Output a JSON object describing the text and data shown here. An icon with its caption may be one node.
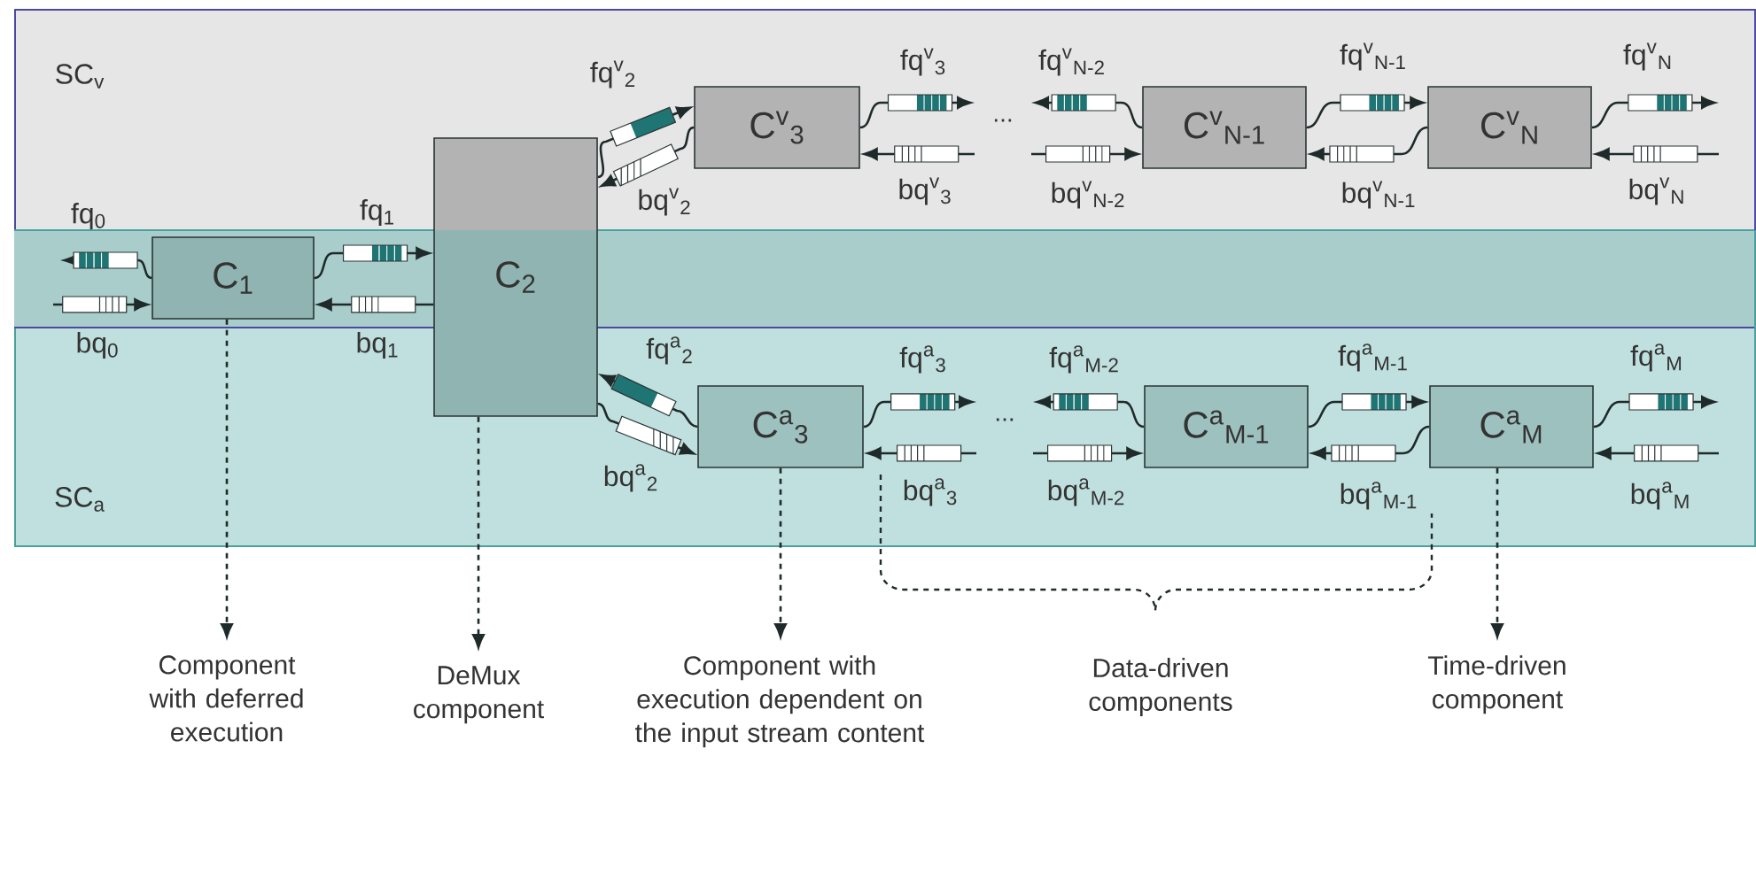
{
  "diagram": {
    "nodes": [
      {
        "text": [
          "SC$_{v}$"
        ]
      },
      {
        "text": [
          "SC$_{a}$"
        ]
      },
      {
        "text": [
          "C$_{1}$"
        ]
      },
      {
        "text": [
          "C$_{2}$"
        ]
      },
      {
        "text": [
          "C$^{v}$$_{3}$"
        ],
        "in": 0
      },
      {
        "text": [
          "C$^{v}$$_{N-1}$"
        ],
        "in": 0
      },
      {
        "text": [
          "C$^{v}$$_{N}$"
        ],
        "in": 0
      },
      {
        "text": [
          "C$^{a}$$_{3}$"
        ],
        "in": 1
      },
      {
        "text": [
          "C$^{a}$$_{M-1}$"
        ],
        "in": 1
      },
      {
        "text": [
          "C$^{a}$$_{M}$"
        ],
        "in": 1
      },
      {
        "text": [
          "Component with deferred execution"
        ]
      },
      {
        "text": [
          "DeMux component"
        ]
      },
      {
        "text": [
          "Component with execution dependent on the input stream content"
        ]
      },
      {
        "text": [
          "Time-driven component"
        ]
      }
    ],
    "edges": [
      {
        "from": 2,
        "to": null,
        "arrow": "to",
        "label": "fq$_{0}$"
      },
      {
        "from": null,
        "to": 2,
        "arrow": "to",
        "label": "bq$_{0}$"
      },
      {
        "from": 2,
        "to": 3,
        "arrow": "to",
        "label": "fq$_{1}$"
      },
      {
        "from": 3,
        "to": 2,
        "arrow": "to",
        "label": "bq$_{1}$"
      },
      {
        "from": 3,
        "to": 4,
        "arrow": "to",
        "label": "fq$^{v}$$_{2}$"
      },
      {
        "from": 4,
        "to": 3,
        "arrow": "to",
        "label": "bq$^{v}$$_{2}$"
      },
      {
        "from": 7,
        "to": 3,
        "arrow": "to",
        "label": "fq$^{a}$$_{2}$"
      },
      {
        "from": 3,
        "to": 7,
        "arrow": "to",
        "label": "bq$^{a}$$_{2}$"
      },
      {
        "from": 4,
        "to": null,
        "arrow": "to",
        "label": "fq$^{v}$$_{3}$"
      },
      {
        "from": null,
        "to": 4,
        "arrow": "to",
        "label": "bq$^{v}$$_{3}$"
      },
      {
        "from": 5,
        "to": null,
        "arrow": "to",
        "label": "fq$^{v}$$_{N-2}$"
      },
      {
        "from": null,
        "to": 5,
        "arrow": "to",
        "label": "bq$^{v}$$_{N-2}$"
      },
      {
        "from": 5,
        "to": 6,
        "arrow": "to",
        "label": "fq$^{v}$$_{N-1}$"
      },
      {
        "from": 6,
        "to": 5,
        "arrow": "to",
        "label": "bq$^{v}$$_{N-1}$"
      },
      {
        "from": 6,
        "to": null,
        "arrow": "to",
        "label": "fq$^{v}$$_{N}$"
      },
      {
        "from": null,
        "to": 6,
        "arrow": "to",
        "label": "bq$^{v}$$_{N}$"
      },
      {
        "from": 7,
        "to": null,
        "arrow": "to",
        "label": "fq$^{a}$$_{3}$"
      },
      {
        "from": null,
        "to": 7,
        "arrow": "to",
        "label": "bq$^{a}$$_{3}$"
      },
      {
        "from": 8,
        "to": null,
        "arrow": "to",
        "label": "fq$^{a}$$_{M-2}$"
      },
      {
        "from": null,
        "to": 8,
        "arrow": "to",
        "label": "bq$^{a}$$_{M-2}$"
      },
      {
        "from": 8,
        "to": 9,
        "arrow": "to",
        "label": "fq$^{a}$$_{M-1}$"
      },
      {
        "from": 9,
        "to": 8,
        "arrow": "to",
        "label": "bq$^{a}$$_{M-1}$"
      },
      {
        "from": 9,
        "to": null,
        "arrow": "to",
        "label": "fq$^{a}$$_{M}$"
      },
      {
        "from": null,
        "to": 9,
        "arrow": "to",
        "label": "bq$^{a}$$_{M}$"
      },
      {
        "from": 2,
        "to": 10,
        "arrow": "to",
        "style": "dashed"
      },
      {
        "from": 3,
        "to": 11,
        "arrow": "to",
        "style": "dashed"
      },
      {
        "from": 7,
        "to": 12,
        "arrow": "to",
        "style": "dashed"
      },
      {
        "from": 9,
        "to": 13,
        "arrow": "to",
        "style": "dashed"
      }
    ],
    "labels": [
      "...",
      "...",
      "Data-driven components"
    ]
  }
}
